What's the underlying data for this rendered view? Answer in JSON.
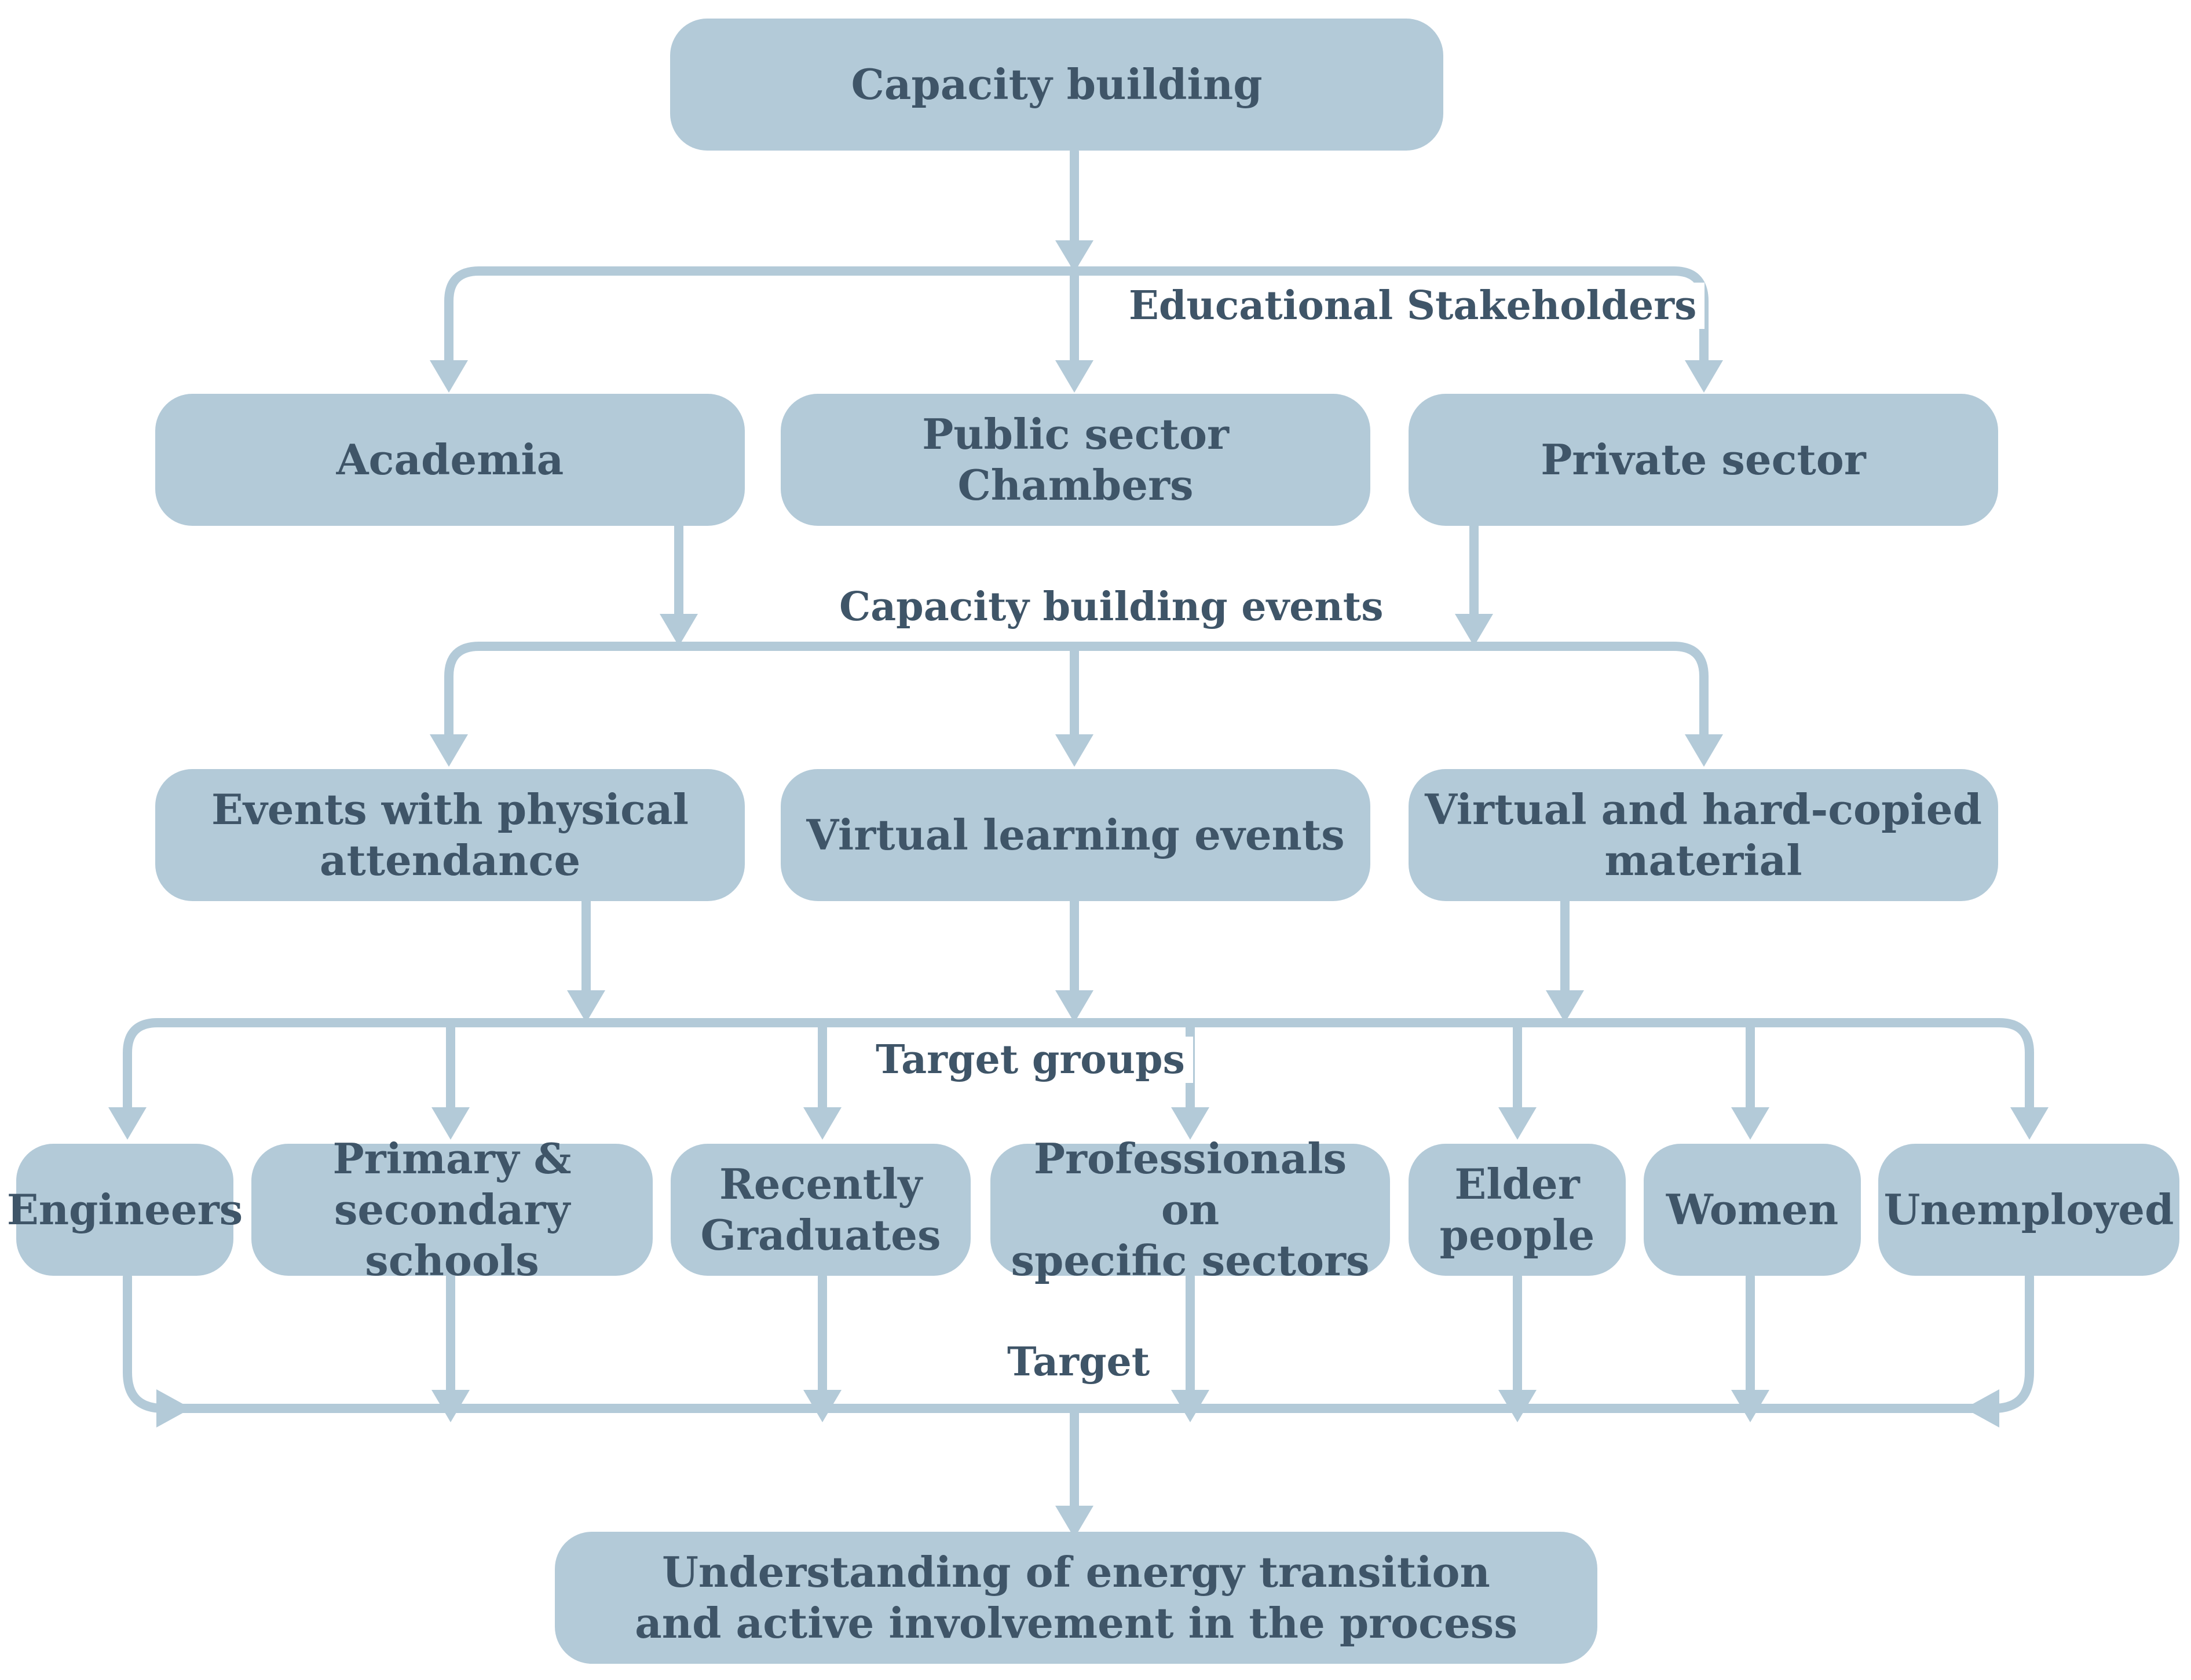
{
  "boxes": {
    "capacity_building": "Capacity building",
    "academia": "Academia",
    "public_sector": "Public sector\nChambers",
    "private_sector": "Private sector",
    "events_physical": "Events with physical\nattendance",
    "virtual_learning": "Virtual learning events",
    "virtual_hardcopy": "Virtual and hard-copied\nmaterial",
    "engineers": "Engineers",
    "schools": "Primary &\nsecondary schools",
    "graduates": "Recently\nGraduates",
    "professionals": "Professionals on\nspecific sectors",
    "elder": "Elder\npeople",
    "women": "Women",
    "unemployed": "Unemployed",
    "outcome": "Understanding of energy transition\nand active involvement in the process"
  },
  "labels": {
    "educational_stakeholders": "Educational Stakeholders",
    "capacity_building_events": "Capacity building events",
    "target_groups": "Target groups",
    "target": "Target"
  },
  "colors": {
    "box_fill": "#b3cad8",
    "text": "#3f5568",
    "connector": "#b3cad8",
    "background": "#ffffff"
  }
}
